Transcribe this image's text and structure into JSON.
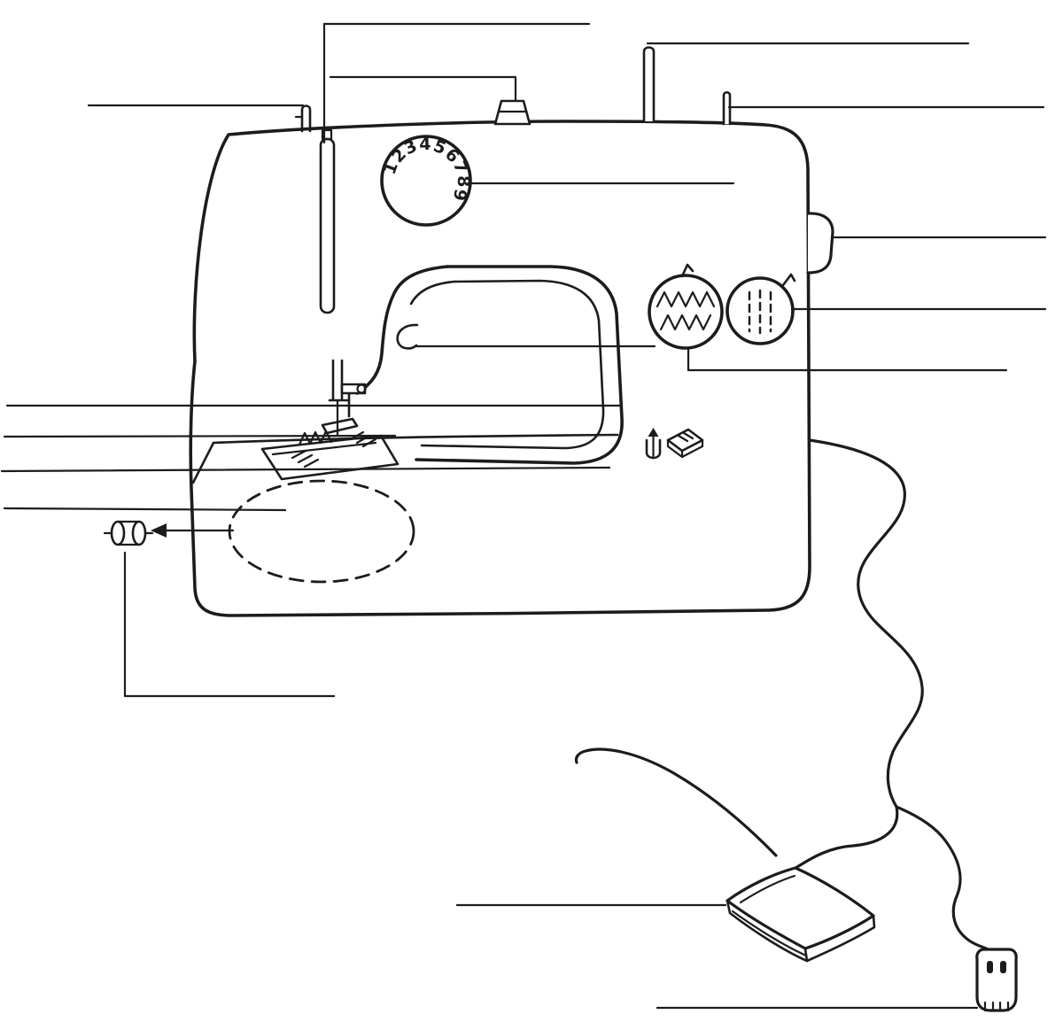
{
  "diagram": {
    "subject": "sewing-machine-parts-diagram",
    "colors": {
      "ink": "#1c1c1c",
      "background": "#ffffff"
    },
    "tension_dial": {
      "numbers": [
        "1",
        "2",
        "3",
        "4",
        "5",
        "6",
        "7",
        "8",
        "9"
      ]
    }
  }
}
